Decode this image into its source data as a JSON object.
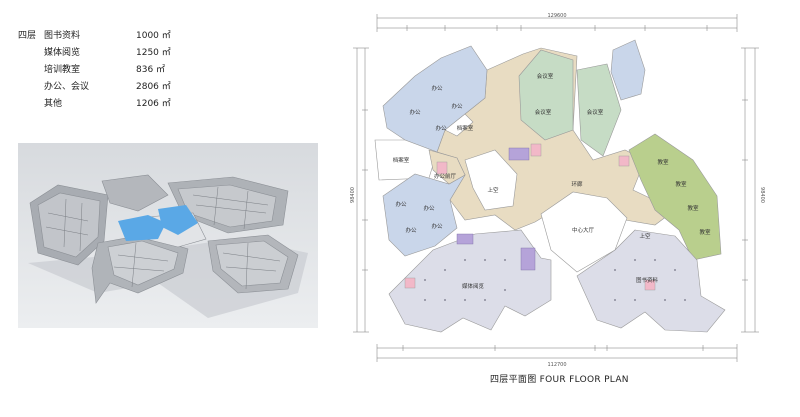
{
  "area_table": {
    "floor_label": "四层",
    "rows": [
      {
        "name": "图书资料",
        "value": "1000 ㎡"
      },
      {
        "name": "媒体阅览",
        "value": "1250 ㎡"
      },
      {
        "name": "培训教室",
        "value": "836 ㎡"
      },
      {
        "name": "办公、会议",
        "value": "2806 ㎡"
      },
      {
        "name": "其他",
        "value": "1206 ㎡"
      }
    ]
  },
  "plan": {
    "caption": "四层平面图  FOUR FLOOR PLAN",
    "dim_total_top": "129600",
    "dim_total_bottom": "112700",
    "dim_left": "98400",
    "dim_right": "98400",
    "room_labels": {
      "office": "办公",
      "archive": "档案室",
      "meeting": "会议室",
      "classroom": "教室",
      "office_hall": "办公前厅",
      "up": "上空",
      "corridor": "环廊",
      "atrium": "中心大厅",
      "media_reading": "媒体阅览",
      "library": "图书资料"
    },
    "colors": {
      "office": "#c9d6ea",
      "meeting": "#c6dcc5",
      "classroom": "#b9cf8d",
      "corridor": "#e8dcc2",
      "reading": "#dcdde8",
      "wc": "#f2b8c8",
      "stair": "#b5a3d9"
    }
  }
}
